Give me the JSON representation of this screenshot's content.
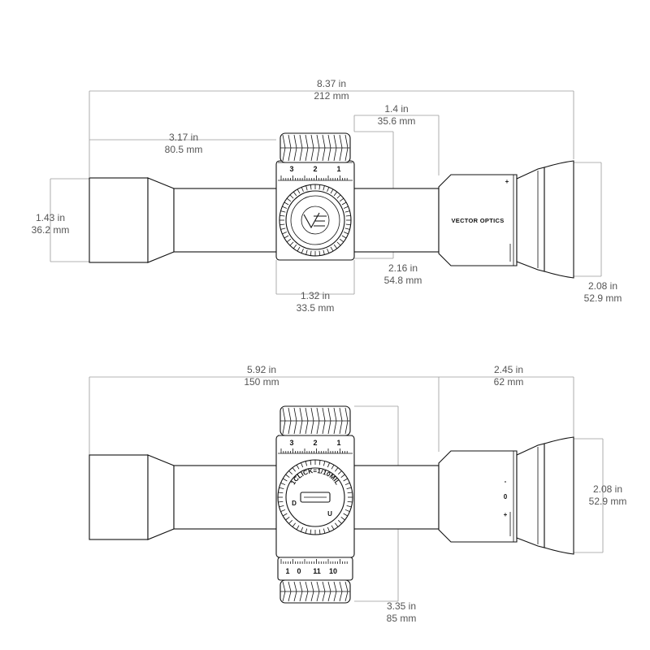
{
  "top_view": {
    "overall_length": {
      "in": "8.37 in",
      "mm": "212 mm"
    },
    "objective_to_turret": {
      "in": "3.17 in",
      "mm": "80.5 mm"
    },
    "turret_to_eyepiece": {
      "in": "1.4 in",
      "mm": "35.6 mm"
    },
    "objective_diameter": {
      "in": "1.43 in",
      "mm": "36.2 mm"
    },
    "turret_height": {
      "in": "2.16 in",
      "mm": "54.8 mm"
    },
    "turret_width": {
      "in": "1.32 in",
      "mm": "33.5 mm"
    },
    "eyepiece_diameter": {
      "in": "2.08 in",
      "mm": "52.9 mm"
    },
    "dial_numbers": [
      "3",
      "2",
      "1"
    ],
    "brand_text": "VECTOR OPTICS",
    "zoom_mark": "+"
  },
  "bottom_view": {
    "tube_length": {
      "in": "5.92 in",
      "mm": "150 mm"
    },
    "eyepiece_length": {
      "in": "2.45 in",
      "mm": "62 mm"
    },
    "eyepiece_diameter": {
      "in": "2.08 in",
      "mm": "52.9 mm"
    },
    "turret_height": {
      "in": "3.35 in",
      "mm": "85 mm"
    },
    "dial_numbers": [
      "3",
      "2",
      "1"
    ],
    "lower_dial_numbers": [
      "1",
      "0",
      "11",
      "10"
    ],
    "turret_cap_text": "1CLICK=1/10MIL",
    "turret_letters": [
      "U",
      "D"
    ],
    "eyepiece_marks": [
      "-",
      "0",
      "+"
    ]
  },
  "colors": {
    "outline": "#111111",
    "dimension_line": "#9a9a9a",
    "dimension_text": "#555555"
  }
}
